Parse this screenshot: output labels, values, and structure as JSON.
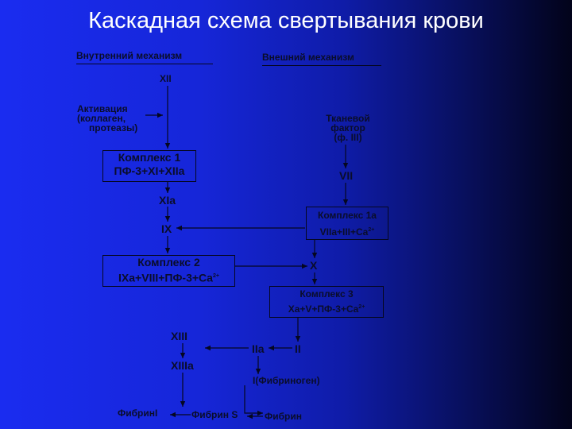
{
  "title": "Каскадная схема свертывания крови",
  "headers": {
    "internal": "Внутренний механизм",
    "external": "Внешний механизм"
  },
  "nodes": {
    "xii": "XII",
    "activation_1": "Активация",
    "activation_2": "(коллаген,",
    "activation_3": "протеазы)",
    "tissue_1": "Тканевой",
    "tissue_2": "фактор",
    "tissue_3": "(ф. III)",
    "complex1_title": "Комплекс 1",
    "complex1_formula": "ПФ-3+XI+XIIa",
    "vii": "VII",
    "xia": "XIa",
    "complex1a_title": "Комплекс 1а",
    "complex1a_formula": "VIIa+III+Ca",
    "ix": "IX",
    "complex2_title": "Комплекс 2",
    "complex2_formula": "IXa+VIII+ПФ-3+Ca",
    "x": "X",
    "complex3_title": "Комплекс 3",
    "complex3_formula": "Xa+V+ПФ-3+Ca",
    "xiii": "XIII",
    "iia": "IIa",
    "ii": "II",
    "xiiia": "XIIIa",
    "fibrinogen": "I(Фибриноген)",
    "fibrin_i": "ФибринI",
    "fibrin_s": "Фибрин S",
    "fibrin": "Фибрин",
    "ca_sup": "2+"
  }
}
